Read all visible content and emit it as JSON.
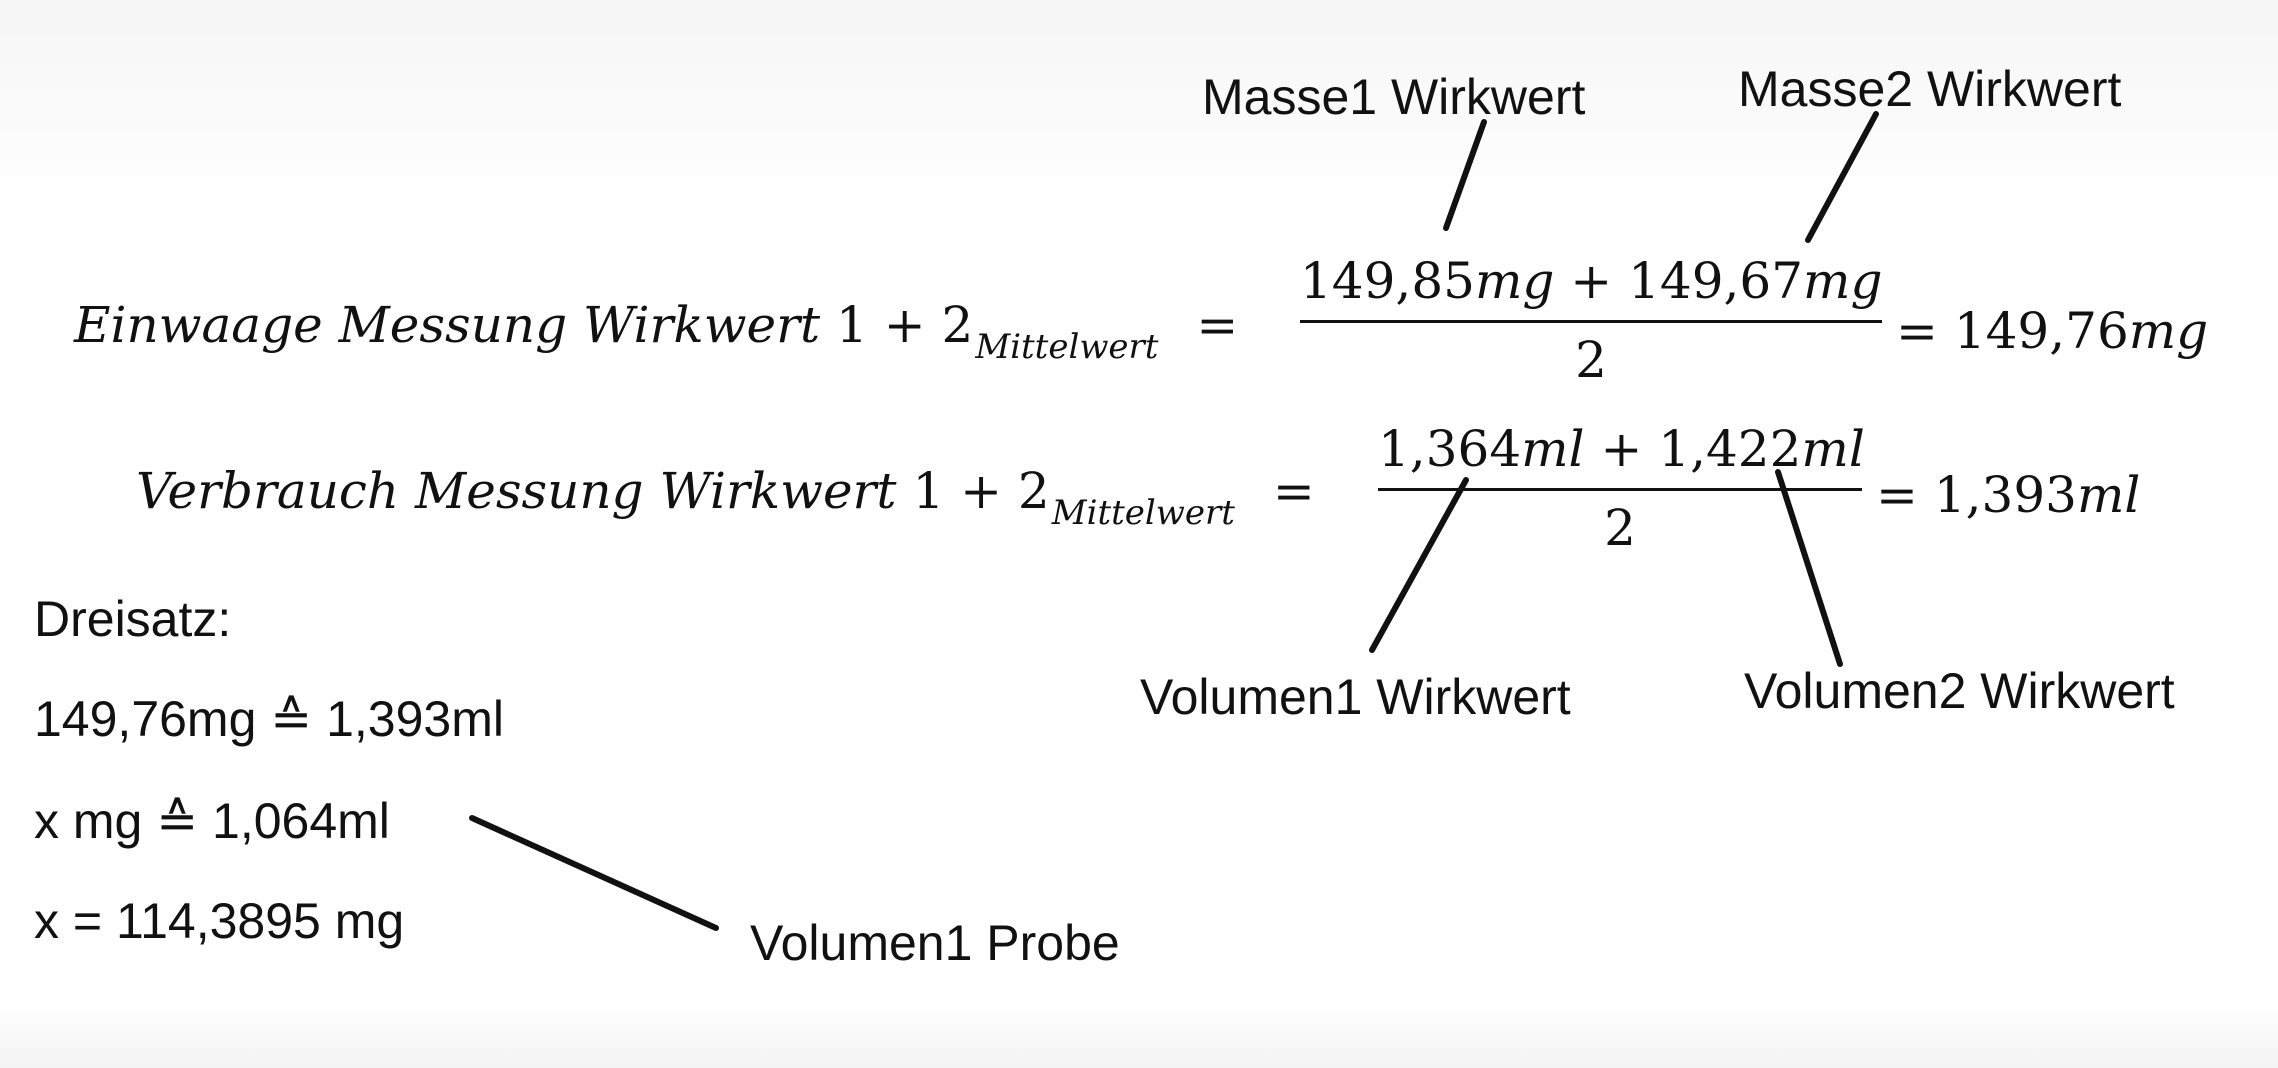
{
  "annotations": {
    "masse1": "Masse1 Wirkwert",
    "masse2": "Masse2 Wirkwert",
    "volumen1": "Volumen1 Wirkwert",
    "volumen2": "Volumen2 Wirkwert",
    "volumen1_probe": "Volumen1 Probe"
  },
  "equation1": {
    "lhs": "Einwaage Messung Wirkwert",
    "operand": "1 + 2",
    "subscript": "Mittelwert",
    "equals": "=",
    "num_a_value": "149,85",
    "num_a_unit": "mg",
    "plus": "+",
    "num_b_value": "149,67",
    "num_b_unit": "mg",
    "denominator": "2",
    "result_equals": "=",
    "result_value": "149,76",
    "result_unit": "mg"
  },
  "equation2": {
    "lhs": "Verbrauch Messung Wirkwert",
    "operand": "1 + 2",
    "subscript": "Mittelwert",
    "equals": "=",
    "num_a_value": "1,364",
    "num_a_unit": "ml",
    "plus": "+",
    "num_b_value": "1,422",
    "num_b_unit": "ml",
    "denominator": "2",
    "result_equals": "=",
    "result_value": "1,393",
    "result_unit": "ml"
  },
  "dreisatz": {
    "heading": "Dreisatz:",
    "line1": "149,76mg ≙ 1,393ml",
    "line2": "x mg ≙ 1,064ml",
    "line3": "x = 114,3895 mg"
  }
}
